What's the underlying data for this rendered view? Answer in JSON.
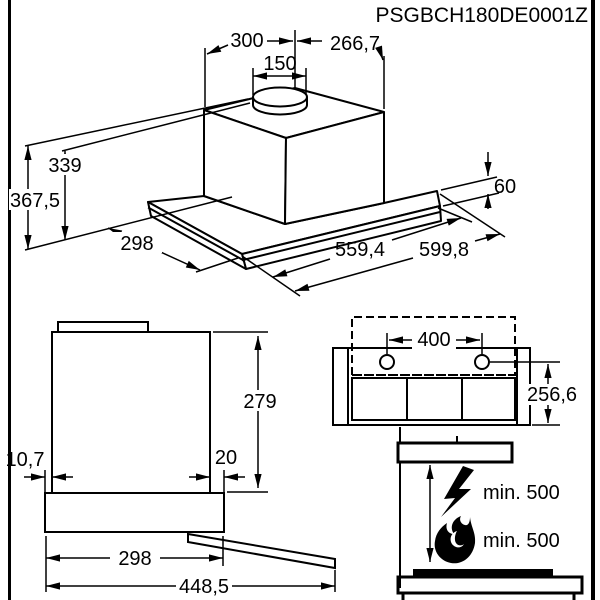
{
  "colors": {
    "line": "#000000",
    "background": "#ffffff"
  },
  "title": "PSGBCH180DE0001Z",
  "isometric_view": {
    "duct_diameter": "150",
    "chimney_width": "300",
    "chimney_depth": "266,7",
    "height_to_chimney_top": "339",
    "total_height": "367,5",
    "body_depth": "298",
    "body_height": "60",
    "inner_width": "559,4",
    "total_width": "599,8"
  },
  "side_view": {
    "body_height": "279",
    "front_overhang": "10,7",
    "rear_overhang": "20",
    "body_depth": "298",
    "depth_with_pullout": "448,5"
  },
  "plan_view": {
    "mounting_hole_spacing": "400",
    "mounting_depth": "256,6"
  },
  "clearance_view": {
    "electric_hob_clearance": "min. 500",
    "gas_hob_clearance": "min. 500"
  }
}
